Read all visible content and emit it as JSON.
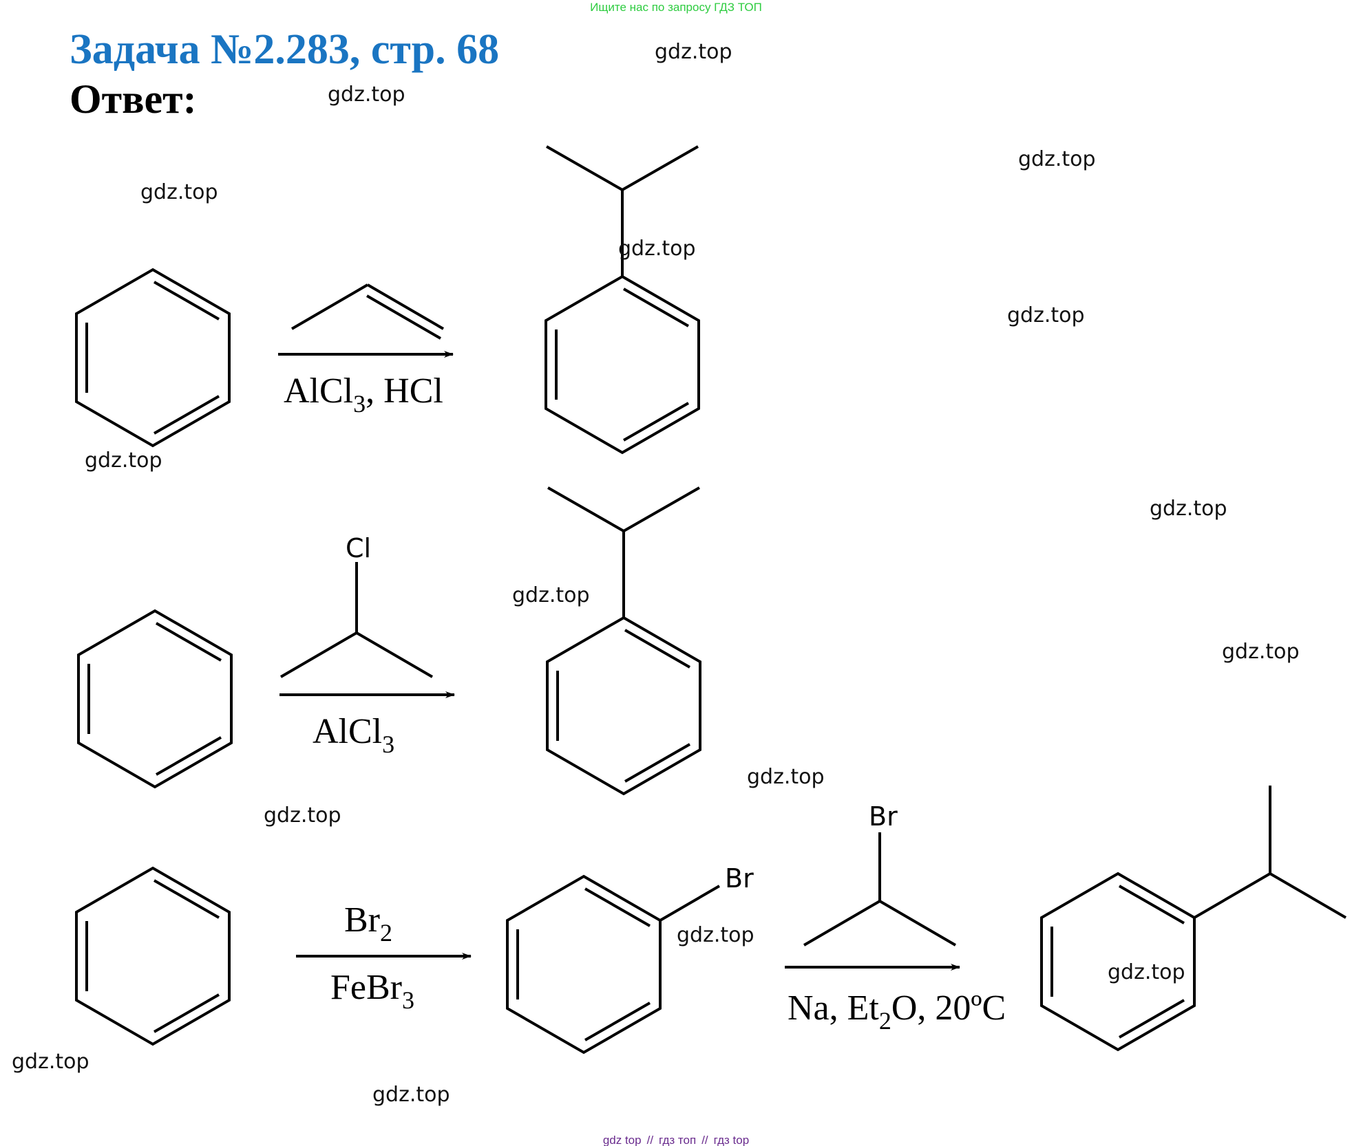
{
  "top_banner": "Ищите нас по запросу ГДЗ ТОП",
  "title": "Задача №2.283, стр. 68",
  "answer_label": "Ответ:",
  "watermark_text": "gdz.top",
  "reactions": [
    {
      "reagent_top": "propene",
      "conditions": {
        "a": "AlCl",
        "a_sub": "3",
        "a_tail": ", HCl"
      },
      "product": "cumene"
    },
    {
      "reagent_top": "2-chloropropane",
      "reagent_atom": "Cl",
      "conditions": {
        "a": "AlCl",
        "a_sub": "3"
      },
      "product": "cumene"
    },
    {
      "step1": {
        "above": {
          "text": "Br",
          "sub": "2"
        },
        "below": {
          "text": "FeBr",
          "sub": "3"
        },
        "product": "bromobenzene",
        "product_atom": "Br"
      },
      "step2": {
        "reagent_atom": "Br",
        "conditions": {
          "a": "Na, Et",
          "a_sub": "2",
          "a_tail": "O, 20ºC"
        },
        "product": "cumene"
      }
    }
  ],
  "footer": {
    "parts": [
      "gdz top",
      "гдз топ",
      "гдз top"
    ],
    "separator": "//"
  }
}
